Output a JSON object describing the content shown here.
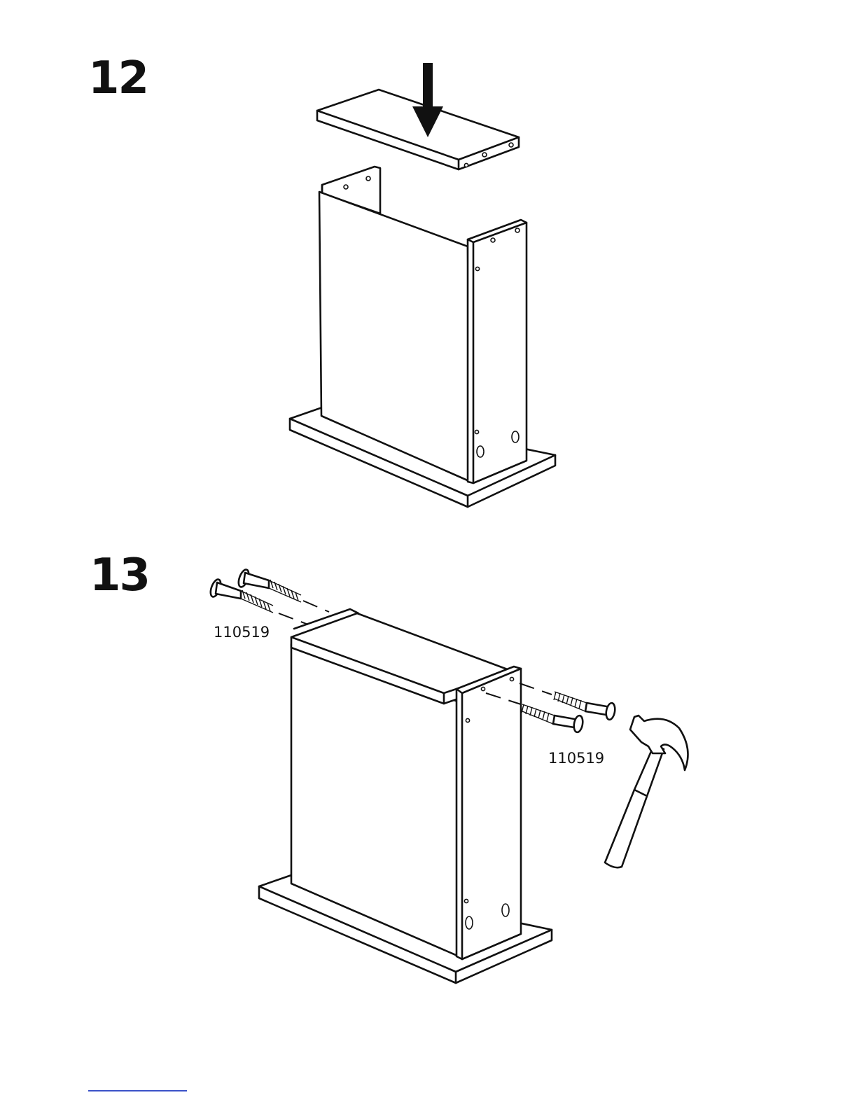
{
  "steps": [
    {
      "number": "12"
    },
    {
      "number": "13",
      "parts": [
        {
          "code": "110519"
        },
        {
          "code": "110519"
        }
      ]
    }
  ],
  "icons": [
    "down-arrow-icon",
    "screw-icon",
    "hammer-icon"
  ],
  "colors": {
    "ink": "#111111",
    "paper": "#ffffff",
    "footer_rule": "#3b52c8"
  }
}
